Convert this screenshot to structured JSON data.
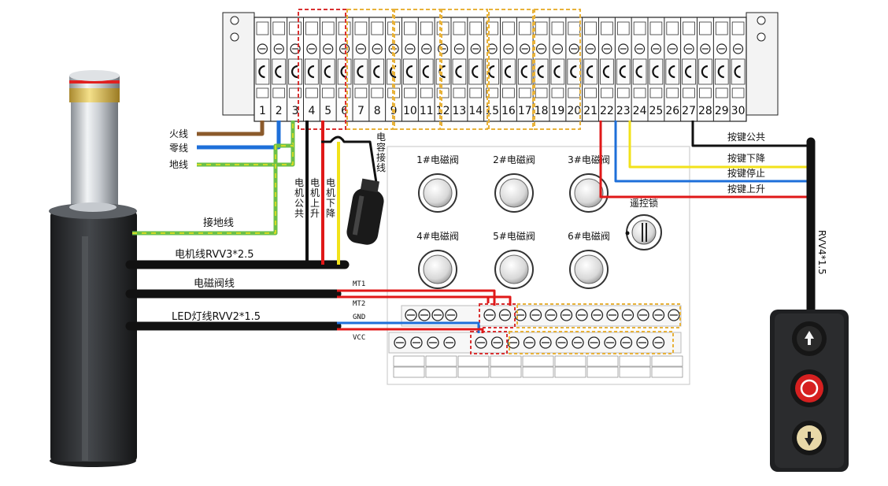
{
  "terminal_numbers": [
    "1",
    "2",
    "3",
    "4",
    "5",
    "6",
    "7",
    "8",
    "9",
    "10",
    "11",
    "12",
    "13",
    "14",
    "15",
    "16",
    "17",
    "18",
    "19",
    "20",
    "21",
    "22",
    "23",
    "24",
    "25",
    "26",
    "27",
    "28",
    "29",
    "30"
  ],
  "power": {
    "live": "火线",
    "neutral": "零线",
    "earth": "地线"
  },
  "motor_labels": {
    "common": "电机公共",
    "up": "电机上升",
    "down": "电机下降",
    "capacitor": "电容接线"
  },
  "left_cables": {
    "ground_wire": "接地线",
    "motor_cable": "电机线RVV3*2.5",
    "valve_cable": "电磁阀线",
    "led_cable": "LED灯线RVV2*1.5"
  },
  "pin_labels": [
    "MT1",
    "MT2",
    "GND",
    "VCC"
  ],
  "valves": [
    "1#电磁阀",
    "2#电磁阀",
    "3#电磁阀",
    "4#电磁阀",
    "5#电磁阀",
    "6#电磁阀"
  ],
  "remote_lock": "遥控锁",
  "button_labels": [
    "按键公共",
    "按键下降",
    "按键停止",
    "按键上升"
  ],
  "button_cable": "RVV4*1.5",
  "colors": {
    "brown": "#8B5A2B",
    "blue": "#1e6fd9",
    "green": "#6cc04a",
    "black": "#111111",
    "red": "#e01818",
    "yellow": "#f2e21a",
    "dash_red": "#d93030",
    "dash_orange": "#e8b23a"
  },
  "icons": {
    "bollard": "bollard-icon",
    "capacitor": "capacitor-icon",
    "push_box": "push-button-box-icon"
  }
}
